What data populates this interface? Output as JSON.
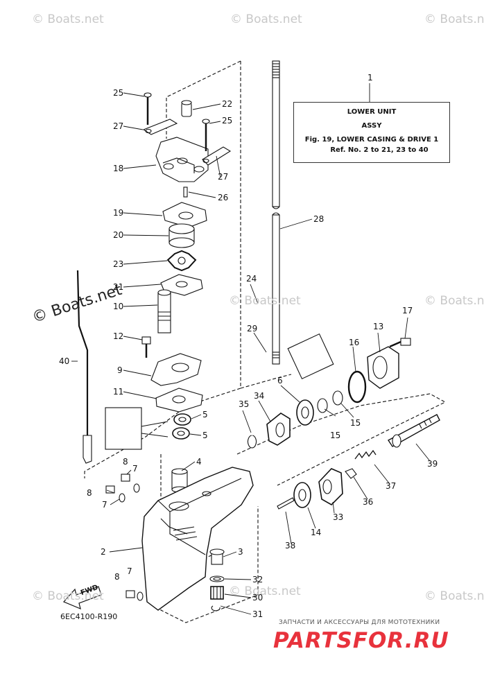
{
  "title_box": {
    "ref_number": "1",
    "line1": "LOWER UNIT",
    "line2": "ASSY",
    "line3": "Fig. 19, LOWER CASING & DRIVE 1",
    "line4": "Ref. No. 2 to 21, 23 to 40"
  },
  "watermarks": {
    "text": "© Boats.net",
    "prominent": "© Boats.net"
  },
  "catalog_code": "6EC4100-R190",
  "fwd_label": "FWD",
  "footer": {
    "subtitle": "ЗАПЧАСТИ И АКСЕССУАРЫ ДЛЯ МОТОТЕХНИКИ",
    "logo": "PARTSFOR.RU",
    "logo_color": "#e8323c"
  },
  "callouts": [
    "25",
    "22",
    "27",
    "25",
    "18",
    "27",
    "26",
    "19",
    "20",
    "23",
    "21",
    "10",
    "12",
    "9",
    "11",
    "5",
    "5",
    "4",
    "8",
    "7",
    "8",
    "7",
    "2",
    "3",
    "32",
    "30",
    "31",
    "8",
    "7",
    "40",
    "28",
    "24",
    "29",
    "17",
    "13",
    "16",
    "6",
    "15",
    "15",
    "34",
    "35",
    "39",
    "37",
    "36",
    "33",
    "14",
    "38"
  ],
  "colors": {
    "line": "#111111",
    "watermark": "#c8c8c8"
  }
}
